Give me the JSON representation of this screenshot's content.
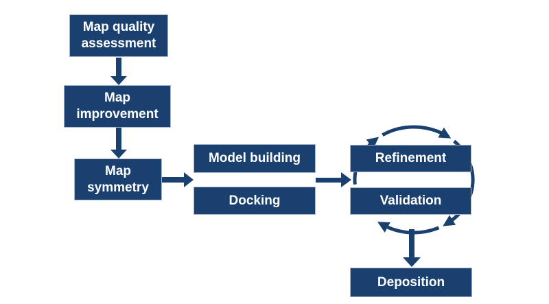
{
  "diagram": {
    "colors": {
      "background": "#ffffff",
      "node_fill": "#1a4070",
      "node_border": "#a9b5c9",
      "node_text": "#ffffff",
      "arrow": "#1a4070"
    },
    "nodes": [
      {
        "id": "map-quality-assessment",
        "label": "Map quality assessment"
      },
      {
        "id": "map-improvement",
        "label": "Map improvement"
      },
      {
        "id": "map-symmetry",
        "label": "Map symmetry"
      },
      {
        "id": "model-building",
        "label": "Model building"
      },
      {
        "id": "docking",
        "label": "Docking"
      },
      {
        "id": "refinement",
        "label": "Refinement"
      },
      {
        "id": "validation",
        "label": "Validation"
      },
      {
        "id": "deposition",
        "label": "Deposition"
      }
    ],
    "edges": [
      {
        "from": "Map quality assessment",
        "to": "Map improvement",
        "style": "block-arrow-down"
      },
      {
        "from": "Map improvement",
        "to": "Map symmetry",
        "style": "block-arrow-down"
      },
      {
        "from": "Map symmetry",
        "to": "Model building / Docking",
        "style": "block-arrow-right"
      },
      {
        "from": "Model building / Docking",
        "to": "Refinement / Validation",
        "style": "block-arrow-right"
      },
      {
        "from": "Refinement / Validation cycle",
        "to": "Deposition",
        "style": "block-arrow-down"
      },
      {
        "type": "cycle",
        "around": "Refinement / Validation",
        "direction": "clockwise",
        "arrowheads": 4
      }
    ]
  }
}
